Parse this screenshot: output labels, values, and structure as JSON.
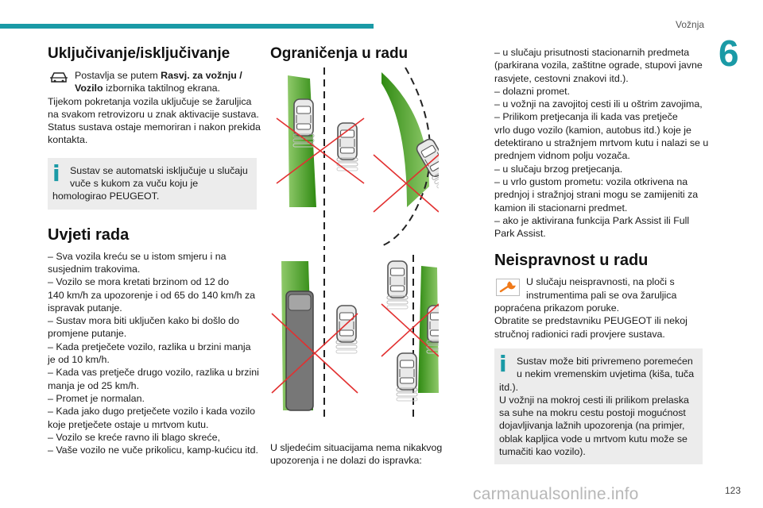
{
  "header": {
    "section": "Vožnja",
    "chapter": "6"
  },
  "footer": {
    "page": "123",
    "watermark": "carmanualsonline.info"
  },
  "col1": {
    "title": "Uključivanje/isključivanje",
    "icon_para": {
      "l1_pre": "Postavlja se putem ",
      "l1_bold": "Rasvj. za vožnju /",
      "l2_bold": "Vozilo",
      "l2_rest": " izbornika taktilnog ekrana."
    },
    "para_lines": [
      "Tijekom pokretanja vozila uključuje se žaruljica",
      "na svakom retrovizoru u znak aktivacije sustava.",
      "Status sustava ostaje memoriran i nakon prekida",
      "kontakta."
    ],
    "info_lines": [
      "Sustav se automatski isključuje u slučaju",
      "vuče s kukom za vuču koju je",
      "homologirao PEUGEOT."
    ],
    "conditions_title": "Uvjeti rada",
    "conditions_lines": [
      "–  Sva vozila kreću se u istom smjeru i na",
      "susjednim trakovima.",
      "–  Vozilo se mora kretati brzinom od 12 do",
      "140 km/h za upozorenje i od 65 do 140 km/h za",
      "ispravak putanje.",
      "–  Sustav mora biti uključen kako bi došlo do",
      "promjene putanje.",
      "–  Kada pretječete vozilo, razlika u brzini manja",
      "je od 10 km/h.",
      "–  Kada vas pretječe drugo vozilo, razlika u brzini",
      "manja je od 25 km/h.",
      "–  Promet je normalan.",
      "–  Kada jako dugo pretječete vozilo i kada vozilo",
      "koje pretječete ostaje u mrtvom kutu.",
      "–  Vozilo se kreće ravno ili blago skreće,",
      "–  Vaše vozilo ne vuče prikolicu, kamp-kućicu itd."
    ]
  },
  "col2": {
    "title": "Ograničenja u radu",
    "caption_lines": [
      "U sljedećim situacijama nema nikakvog",
      "upozorenja i ne dolazi do ispravka:"
    ]
  },
  "col3": {
    "limits_lines": [
      "–  u slučaju prisutnosti stacionarnih predmeta",
      "(parkirana vozila, zaštitne ograde, stupovi javne",
      "rasvjete, cestovni znakovi itd.).",
      "–  dolazni promet.",
      "–  u vožnji na zavojitoj cesti ili u oštrim zavojima,",
      "–  Prilikom pretjecanja ili kada vas pretječe",
      "vrlo dugo vozilo (kamion, autobus itd.) koje je",
      "detektirano u stražnjem mrtvom kutu i nalazi se u",
      "prednjem vidnom polju vozača.",
      "–  u slučaju brzog pretjecanja.",
      "–  u vrlo gustom prometu: vozila otkrivena na",
      "prednjoj i stražnjoj strani mogu se zamijeniti za",
      "kamion ili stacionarni predmet.",
      "–  ako je aktivirana funkcija Park Assist ili Full",
      "Park Assist."
    ],
    "malfunction_title": "Neispravnost u radu",
    "malfunction_icon_lines": [
      "U slučaju neispravnosti, na ploči s",
      "instrumentima pali se ova žaruljica"
    ],
    "malfunction_lines": [
      "popraćena prikazom poruke.",
      "Obratite se predstavniku PEUGEOT ili nekoj",
      "stručnoj radionici radi provjere sustava."
    ],
    "info_lines_a": [
      "Sustav može biti privremeno poremećen",
      "u nekim vremenskim uvjetima (kiša, tuča",
      "itd.)."
    ],
    "info_lines_b": [
      "U vožnji na mokroj cesti ili prilikom prelaska",
      "sa suhe na mokru cestu postoji mogućnost",
      "dojavljivanja lažnih upozorenja (na primjer,",
      "oblak kapljica vode u mrtvom kutu može se",
      "tumačiti kao vozilo)."
    ]
  },
  "colors": {
    "accent": "#1a9aa6",
    "zone_green": "#3d9a1e",
    "cross_red": "#e23030",
    "info_bg": "#ececec",
    "warning_orange": "#f07a1a"
  }
}
